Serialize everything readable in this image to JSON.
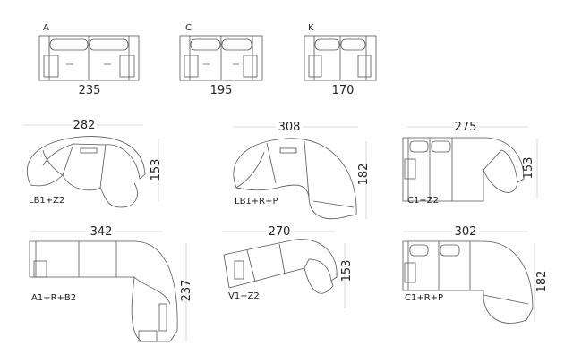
{
  "title": "Sofa configurations",
  "modules": [
    {
      "code": "A",
      "width": "235"
    },
    {
      "code": "C",
      "width": "195"
    },
    {
      "code": "K",
      "width": "170"
    }
  ],
  "configurations": [
    {
      "code": "LB1+Z2",
      "width": "282",
      "depth": "153"
    },
    {
      "code": "LB1+R+P",
      "width": "308",
      "depth": "182"
    },
    {
      "code": "C1+Z2",
      "width": "275",
      "depth": "153"
    },
    {
      "code": "A1+R+B2",
      "width": "342",
      "depth": "237"
    },
    {
      "code": "V1+Z2",
      "width": "270",
      "depth": "153"
    },
    {
      "code": "C1+R+P",
      "width": "302",
      "depth": "182"
    }
  ]
}
